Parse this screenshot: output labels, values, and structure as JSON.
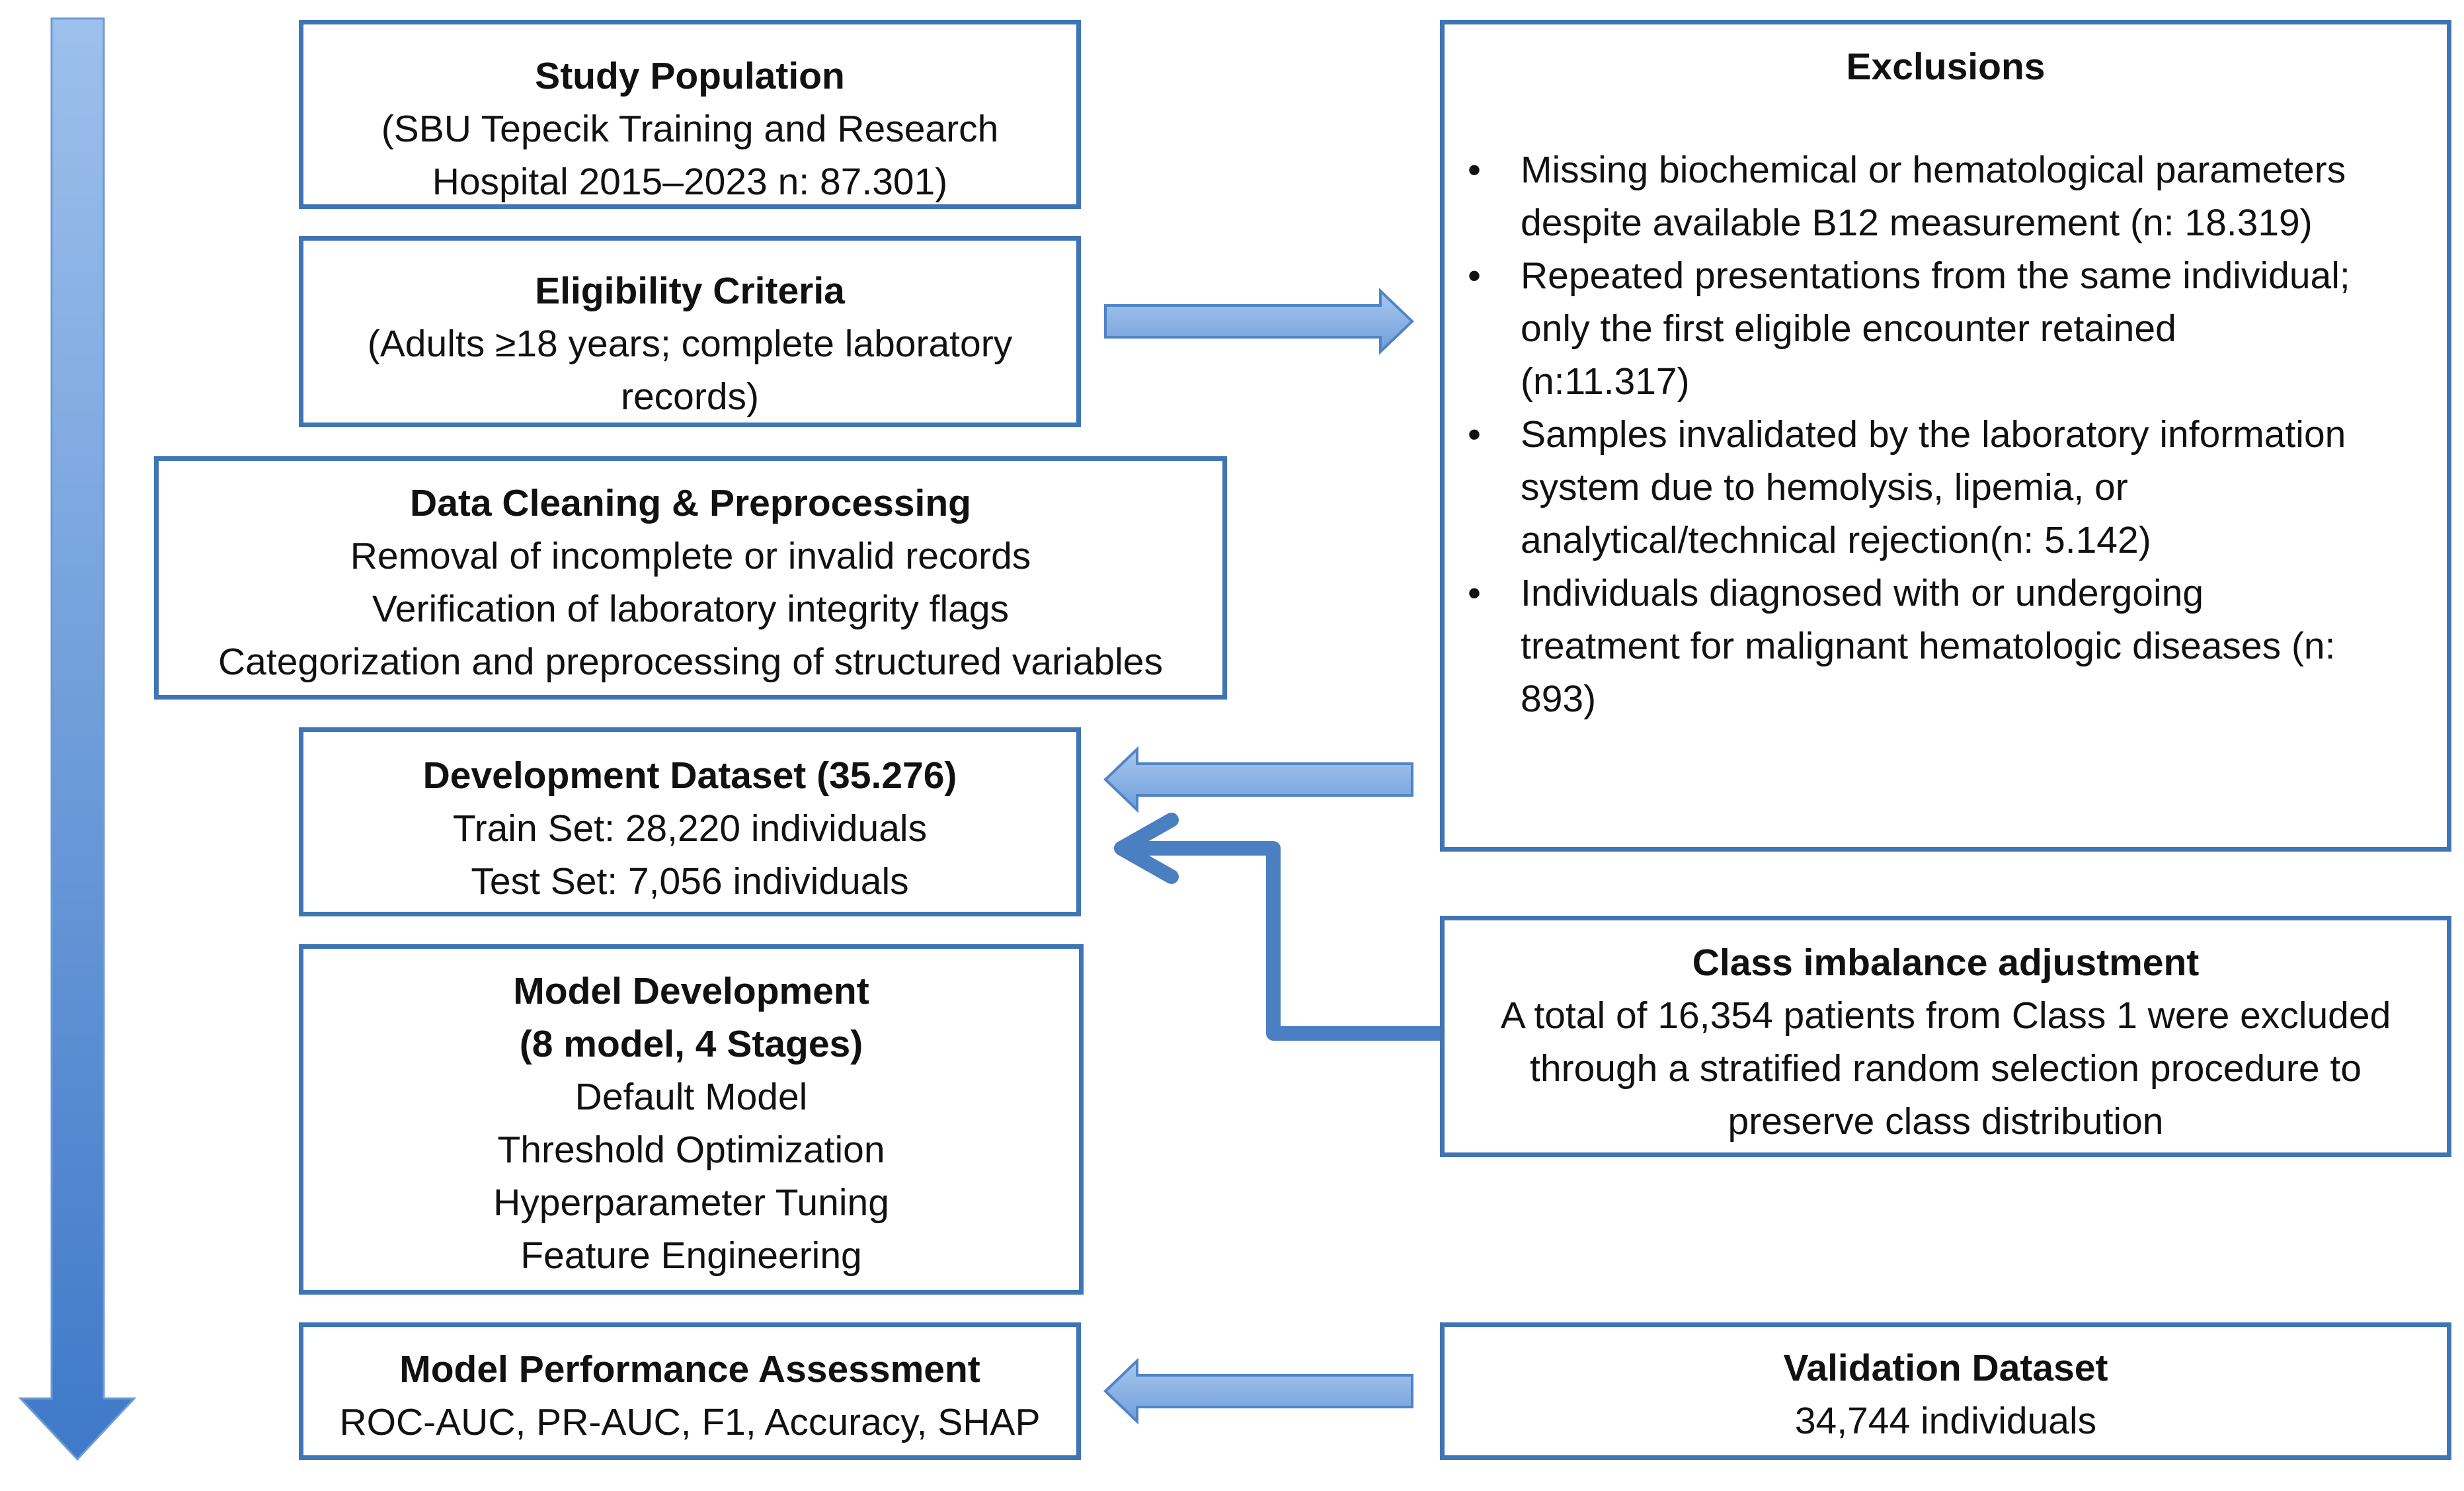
{
  "study_population": {
    "title": "Study Population",
    "lines": [
      "(SBU Tepecik Training and Research",
      "Hospital 2015–2023 n: 87.301)"
    ]
  },
  "eligibility": {
    "title": "Eligibility Criteria",
    "lines": [
      "(Adults ≥18 years; complete laboratory",
      "records)"
    ]
  },
  "cleaning": {
    "title": "Data Cleaning & Preprocessing",
    "lines": [
      "Removal of incomplete or invalid records",
      "Verification of laboratory integrity flags",
      "Categorization and preprocessing of structured variables"
    ]
  },
  "development": {
    "title": "Development Dataset (35.276)",
    "lines": [
      "Train Set: 28,220 individuals",
      "Test Set: 7,056 individuals"
    ]
  },
  "model_dev": {
    "title_lines": [
      "Model Development",
      "(8 model, 4 Stages)"
    ],
    "lines": [
      "Default Model",
      "Threshold Optimization",
      "Hyperparameter Tuning",
      "Feature Engineering"
    ]
  },
  "performance": {
    "title": "Model Performance Assessment",
    "lines": [
      "ROC-AUC, PR-AUC, F1, Accuracy, SHAP"
    ]
  },
  "exclusions": {
    "title": "Exclusions",
    "items": [
      [
        "Missing biochemical or hematological parameters",
        "despite available B12 measurement (n: 18.319)"
      ],
      [
        "Repeated presentations from the same individual;",
        "only the first eligible encounter retained",
        "(n:11.317)"
      ],
      [
        "Samples invalidated by the laboratory information",
        "system due to hemolysis, lipemia, or",
        "analytical/technical rejection(n: 5.142)"
      ],
      [
        "Individuals diagnosed with or undergoing",
        "treatment for malignant hematologic diseases (n:",
        "893)"
      ]
    ]
  },
  "imbalance": {
    "title": "Class imbalance adjustment",
    "lines": [
      "A total of 16,354 patients from Class 1 were excluded",
      "through a stratified random selection procedure to",
      "preserve class distribution"
    ]
  },
  "validation": {
    "title": "Validation Dataset",
    "lines": [
      "34,744 individuals"
    ]
  },
  "bullet": "•",
  "colors": {
    "border": "#3f75b5",
    "arrow_light": "#8fb4e3",
    "arrow_dark": "#4a7fc1"
  }
}
